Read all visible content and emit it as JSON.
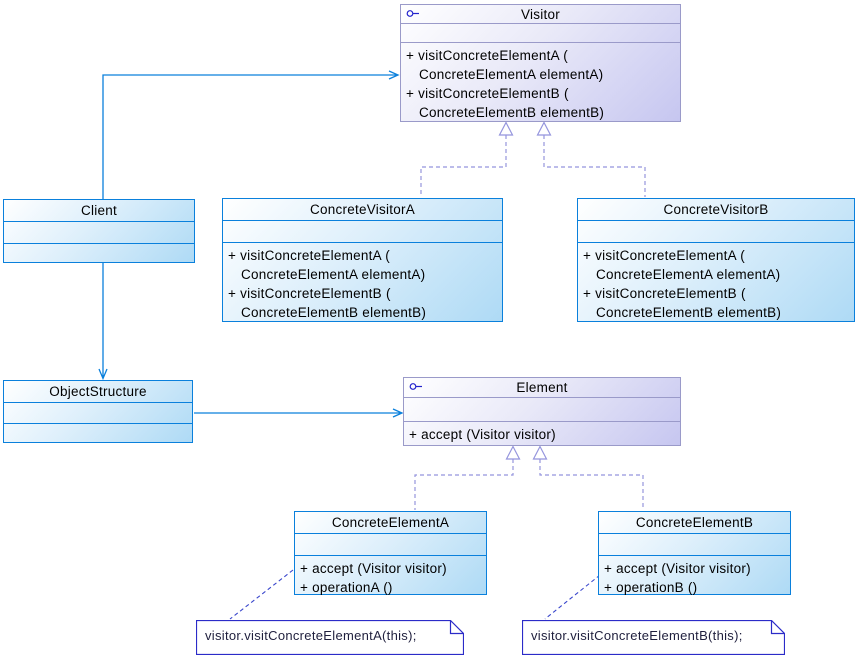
{
  "colors": {
    "class_border_blue": "#0a80dc",
    "class_border_purple": "#9a9ac9",
    "association_line": "#0a80dc",
    "realization_line": "#9595dd",
    "note_border": "#2b2bc8",
    "note_anchor_line": "#3946cc",
    "note_text": "#1f1f3d",
    "interface_icon": "#2323cc",
    "blue_fill_end": "#aedaf5",
    "purple_fill_end": "#c6c6f0"
  },
  "classes": {
    "visitor": {
      "name": "Visitor",
      "stereotype_icon": "interface-lollipop-icon",
      "attributes": [],
      "operations": [
        "+ visitConcreteElementA (",
        "ConcreteElementA elementA)",
        "+ visitConcreteElementB (",
        "ConcreteElementB elementB)"
      ]
    },
    "client": {
      "name": "Client",
      "attributes": [],
      "operations": []
    },
    "concreteVisitorA": {
      "name": "ConcreteVisitorA",
      "attributes": [],
      "operations": [
        "+ visitConcreteElementA (",
        "ConcreteElementA elementA)",
        "+ visitConcreteElementB (",
        "ConcreteElementB elementB)"
      ]
    },
    "concreteVisitorB": {
      "name": "ConcreteVisitorB",
      "attributes": [],
      "operations": [
        "+ visitConcreteElementA (",
        "ConcreteElementA elementA)",
        "+ visitConcreteElementB (",
        "ConcreteElementB elementB)"
      ]
    },
    "objectStructure": {
      "name": "ObjectStructure",
      "attributes": [],
      "operations": []
    },
    "element": {
      "name": "Element",
      "stereotype_icon": "interface-lollipop-icon",
      "attributes": [],
      "operations": [
        "+ accept (Visitor visitor)"
      ]
    },
    "concreteElementA": {
      "name": "ConcreteElementA",
      "attributes": [],
      "operations": [
        "+ accept (Visitor visitor)",
        "+ operationA ()"
      ]
    },
    "concreteElementB": {
      "name": "ConcreteElementB",
      "attributes": [],
      "operations": [
        "+ accept (Visitor visitor)",
        "+ operationB ()"
      ]
    }
  },
  "notes": {
    "noteA": {
      "text": "visitor.visitConcreteElementA(this);"
    },
    "noteB": {
      "text": "visitor.visitConcreteElementB(this);"
    }
  },
  "relationships": [
    {
      "type": "association-arrow",
      "from": "Client",
      "to": "Visitor"
    },
    {
      "type": "association-arrow",
      "from": "Client",
      "to": "ObjectStructure"
    },
    {
      "type": "association-arrow",
      "from": "ObjectStructure",
      "to": "Element"
    },
    {
      "type": "realization-dashed-triangle",
      "from": "ConcreteVisitorA",
      "to": "Visitor"
    },
    {
      "type": "realization-dashed-triangle",
      "from": "ConcreteVisitorB",
      "to": "Visitor"
    },
    {
      "type": "realization-dashed-triangle",
      "from": "ConcreteElementA",
      "to": "Element"
    },
    {
      "type": "realization-dashed-triangle",
      "from": "ConcreteElementB",
      "to": "Element"
    },
    {
      "type": "note-anchor",
      "from": "noteA",
      "to": "ConcreteElementA"
    },
    {
      "type": "note-anchor",
      "from": "noteB",
      "to": "ConcreteElementB"
    }
  ]
}
